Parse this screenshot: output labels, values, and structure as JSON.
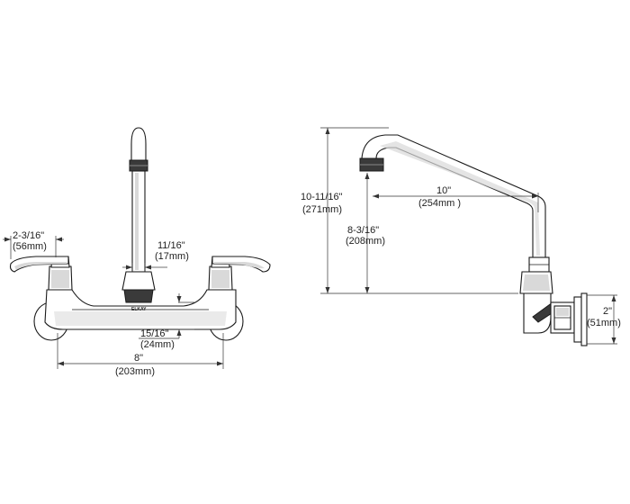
{
  "brand_mark": "ELKAY",
  "front_view": {
    "handle_reach": {
      "imperial": "2-3/16\"",
      "metric": "(56mm)"
    },
    "spout_diameter": {
      "imperial": "11/16\"",
      "metric": "(17mm)"
    },
    "body_height": {
      "imperial": "15/16\"",
      "metric": "(24mm)"
    },
    "centers": {
      "imperial": "8\"",
      "metric": "(203mm)"
    }
  },
  "side_view": {
    "overall_height": {
      "imperial": "10-11/16\"",
      "metric": "(271mm)"
    },
    "outlet_height": {
      "imperial": "8-3/16\"",
      "metric": "(208mm)"
    },
    "spout_reach": {
      "imperial": "10\"",
      "metric": "(254mm )"
    },
    "flange_width": {
      "imperial": "2\"",
      "metric": "(51mm)"
    }
  }
}
